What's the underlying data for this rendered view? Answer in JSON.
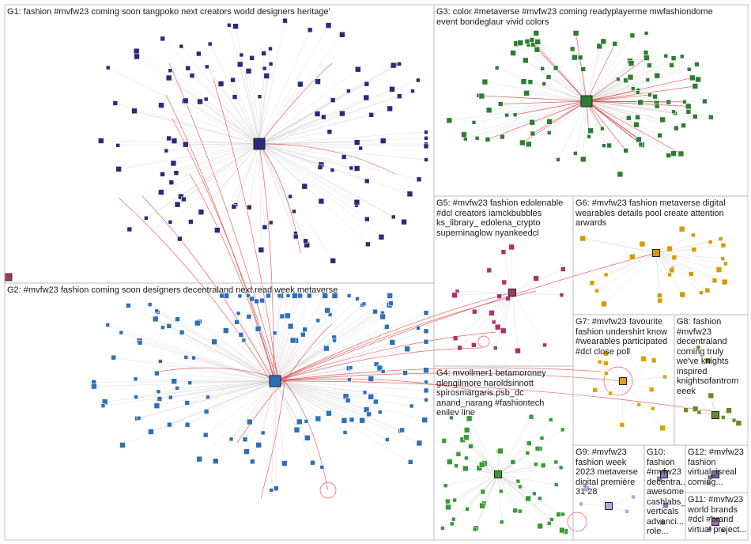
{
  "groups": [
    {
      "id": "G1",
      "label": "G1: fashion #mvfw23 coming soon tangpoko next creators world designers heritage'"
    },
    {
      "id": "G2",
      "label": "G2: #mvfw23 fashion coming soon designers decentraland next read week metaverse"
    },
    {
      "id": "G3",
      "label": "G3: color #metaverse #mvfw23 coming readyplayerme mwfashiondome\nevent bondeglaur vivid colors"
    },
    {
      "id": "G4",
      "label": "G4: mvollmer1 betamoroney\nglengilmore haroldsinnott\nspirosmargaris psb_dc\nanand_narang #fashiontech\nenilev line"
    },
    {
      "id": "G5",
      "label": "G5: #mvfw23 fashion edolenable\n#dcl creators iamckbubbles\nks_library_ edolena_crypto\nsuperninaglow nyankeedcl"
    },
    {
      "id": "G6",
      "label": "G6: #mvfw23 fashion metaverse digital\nwearables details pool create attention\narwards"
    },
    {
      "id": "G7",
      "label": "G7: #mvfw23 favourite\nfashion undershirt know\n#wearables participated\n#dcl close poll"
    },
    {
      "id": "G8",
      "label": "G8: fashion\n#mvfw23\ndecentraland\ncoming truly\nwe've knights\ninspired\nknightsofantrom\neeek"
    },
    {
      "id": "G9",
      "label": "G9: #mvfw23\nfashion week\n2023 metaverse\ndigital première\n31 28"
    },
    {
      "id": "G10",
      "label": "G10:\nfashion\n#mvfw23\ndecentra...\nawesome\ncashlabs_\nverticals\nadvanci...\nrole..."
    },
    {
      "id": "G11",
      "label": "G11: #mvfw23\nworld brands\n#dcl #brand\nvirtual project..."
    },
    {
      "id": "G12",
      "label": "G12: #mvfw23\nfashion\nvirtual_isreal\ncoming..."
    }
  ],
  "colors": {
    "panel_border": "#b8b8b8",
    "edge_gray": "#c4c4c4",
    "edge_red": "#e03030",
    "node_g1": "#2a2a7a",
    "node_g2": "#2f6fb8",
    "node_g3": "#2e7d32",
    "node_g4": "#3a9a3a",
    "node_g5": "#b0306a",
    "node_g6": "#d49a00",
    "node_g7": "#e0a000",
    "node_g8": "#6a8a2a",
    "node_g9": "#c0a0e0",
    "node_g10": "#8a7ab0",
    "node_g11": "#9a6ab0",
    "node_g12": "#7070a0"
  }
}
